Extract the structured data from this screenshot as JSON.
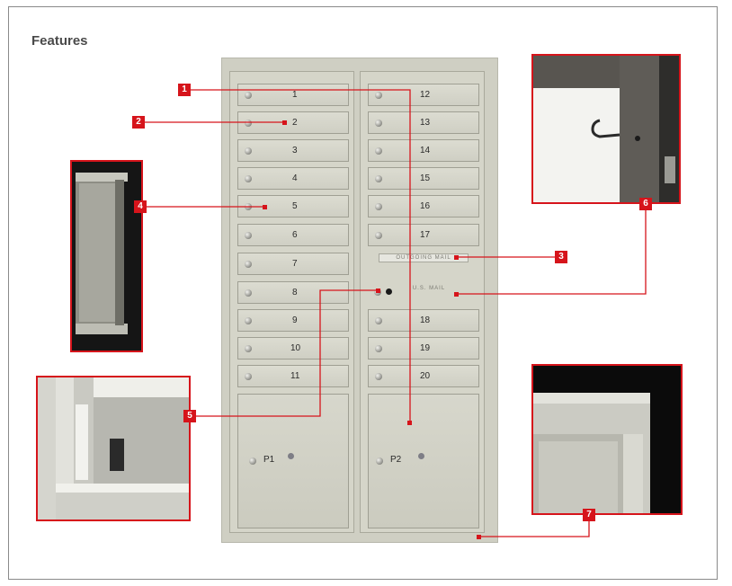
{
  "title": "Features",
  "left_column": [
    "1",
    "2",
    "3",
    "4",
    "5",
    "6",
    "7",
    "8",
    "9",
    "10",
    "11"
  ],
  "right_column_top": [
    "12",
    "13",
    "14",
    "15",
    "16",
    "17"
  ],
  "outgoing_mail_label": "OUTGOING MAIL",
  "us_mail_label": "U.S. MAIL",
  "right_column_bottom": [
    "18",
    "19",
    "20"
  ],
  "parcel_left": "P1",
  "parcel_right": "P2",
  "callouts": [
    "1",
    "2",
    "3",
    "4",
    "5",
    "6",
    "7"
  ],
  "accent_color": "#d6141b"
}
